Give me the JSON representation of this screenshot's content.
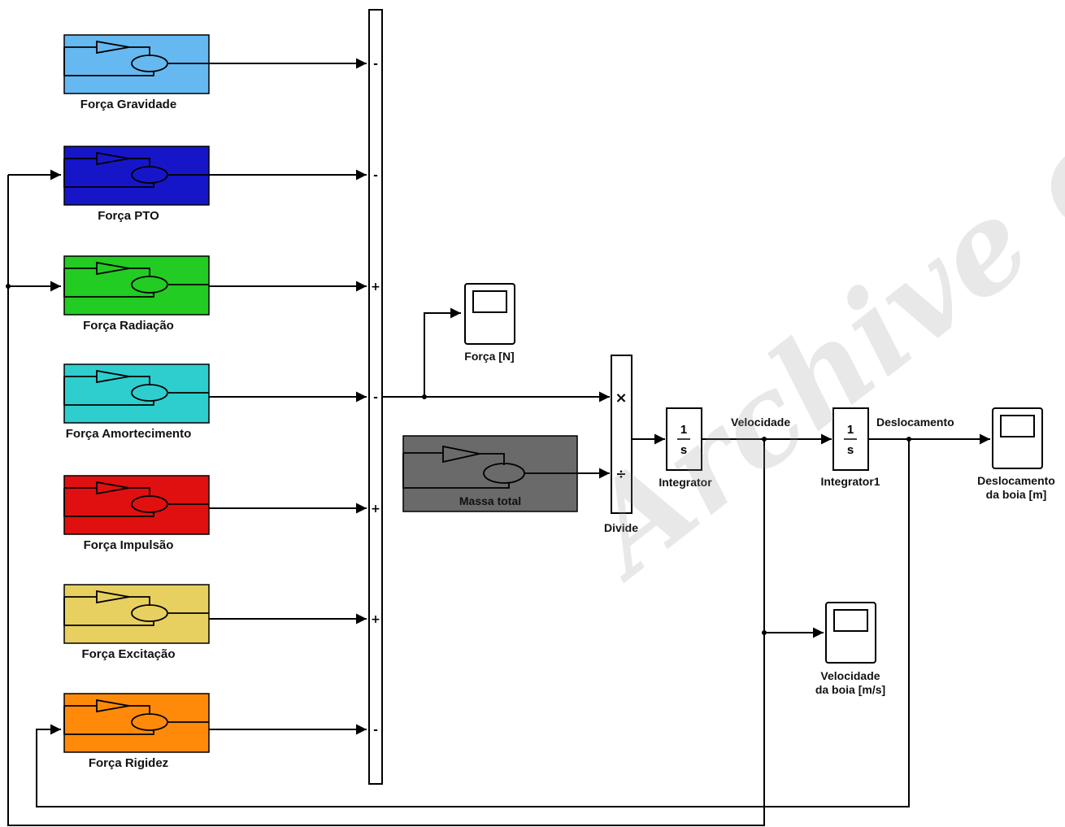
{
  "subsystems": [
    {
      "label": "Força Gravidade",
      "color": "#66b8f0"
    },
    {
      "label": "Força PTO",
      "color": "#1616c8"
    },
    {
      "label": "Força Radiação",
      "color": "#22cc22"
    },
    {
      "label": "Força Amortecimento",
      "color": "#2ecece"
    },
    {
      "label": "Força Impulsão",
      "color": "#e01010"
    },
    {
      "label": "Força Excitação",
      "color": "#e8d060"
    },
    {
      "label": "Força Rigidez",
      "color": "#ff8a0a"
    }
  ],
  "sum_signs": [
    "-",
    "-",
    "+",
    "-",
    "+",
    "+",
    "-"
  ],
  "massa": {
    "label": "Massa total",
    "color": "#6a6a6a"
  },
  "divide": {
    "label": "Divide",
    "mult_sign": "×",
    "div_sign": "÷"
  },
  "integrator": {
    "label": "Integrator",
    "num": "1",
    "den": "s"
  },
  "integrator1": {
    "label": "Integrator1",
    "num": "1",
    "den": "s"
  },
  "scopes": {
    "forca": "Força [N]",
    "deslocamento_line1": "Deslocamento",
    "deslocamento_line2": "da boia [m]",
    "velocidade_line1": "Velocidade",
    "velocidade_line2": "da boia [m/s]"
  },
  "signals": {
    "velocidade": "Velocidade",
    "deslocamento": "Deslocamento"
  },
  "watermark": "Archive of SID"
}
